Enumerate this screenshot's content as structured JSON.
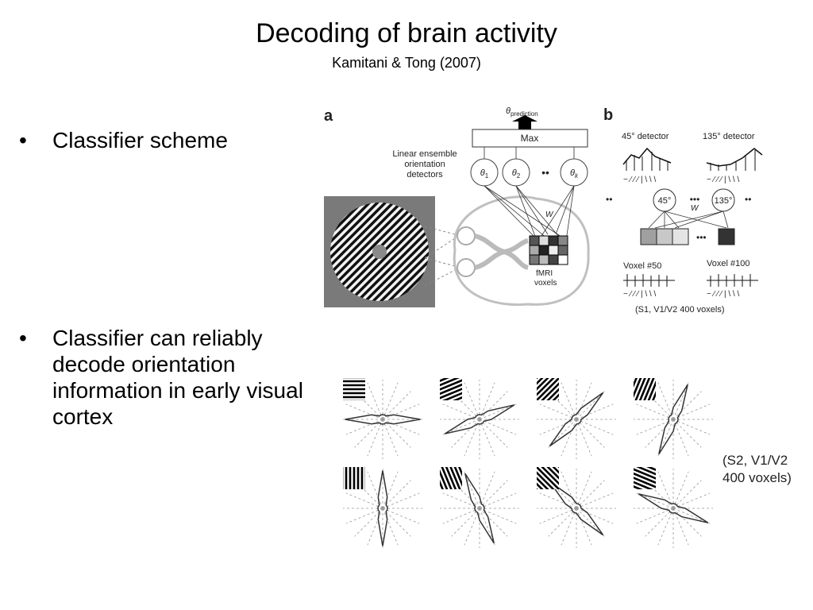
{
  "slide": {
    "title": "Decoding of brain activity",
    "subtitle": "Kamitani & Tong (2007)"
  },
  "bullets": [
    {
      "marker": "•",
      "text": "Classifier scheme"
    },
    {
      "marker": "•",
      "text": "Classifier can reliably decode orientation information in early visual cortex"
    }
  ],
  "figure_a": {
    "panel_label": "a",
    "theta_label": "θ",
    "prediction_sub": "prediction",
    "max_label": "Max",
    "detectors_label_1": "Linear ensemble",
    "detectors_label_2": "orientation",
    "detectors_label_3": "detectors",
    "theta1_sub": "1",
    "theta2_sub": "2",
    "thetak_sub": "k",
    "ellipsis": "••",
    "w_label": "W",
    "voxels_label_1": "fMRI",
    "voxels_label_2": "voxels"
  },
  "figure_b": {
    "panel_label": "b",
    "det45_label": "45° detector",
    "det135_label": "135° detector",
    "node45": "45°",
    "node135": "135°",
    "dots": "••",
    "dots_mid": "•••",
    "w_label": "W",
    "voxel50": "Voxel #50",
    "voxel100": "Voxel #100",
    "caption": "(S1, V1/V2 400 voxels)"
  },
  "figure_c": {
    "caption_line1": "(S2, V1/V2",
    "caption_line2": "400 voxels)"
  }
}
